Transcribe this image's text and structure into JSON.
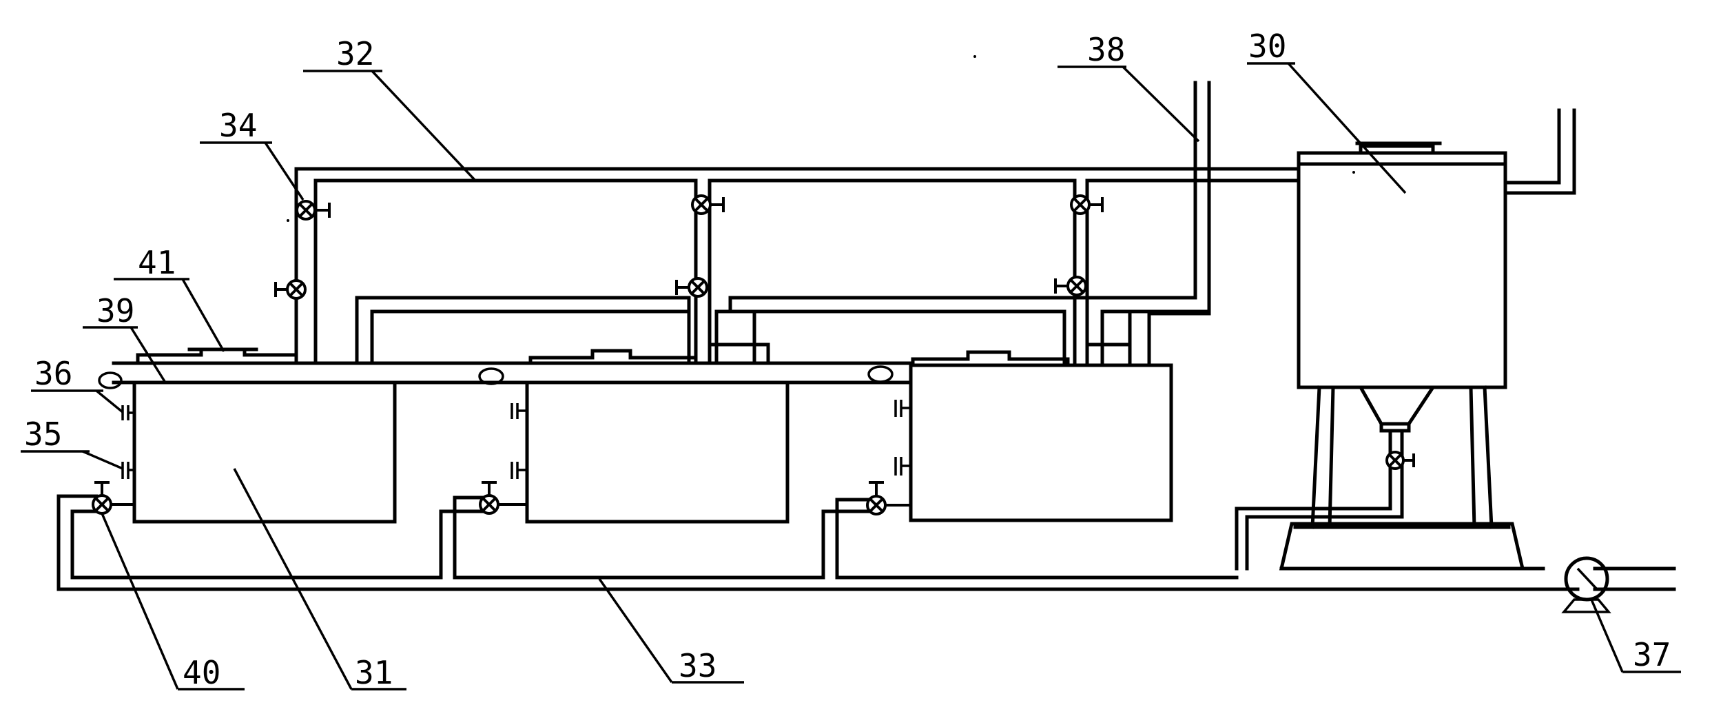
{
  "labels": {
    "l30": "30",
    "l31": "31",
    "l32": "32",
    "l33": "33",
    "l34": "34",
    "l35": "35",
    "l36": "36",
    "l37": "37",
    "l38": "38",
    "l39": "39",
    "l40": "40",
    "l41": "41"
  }
}
